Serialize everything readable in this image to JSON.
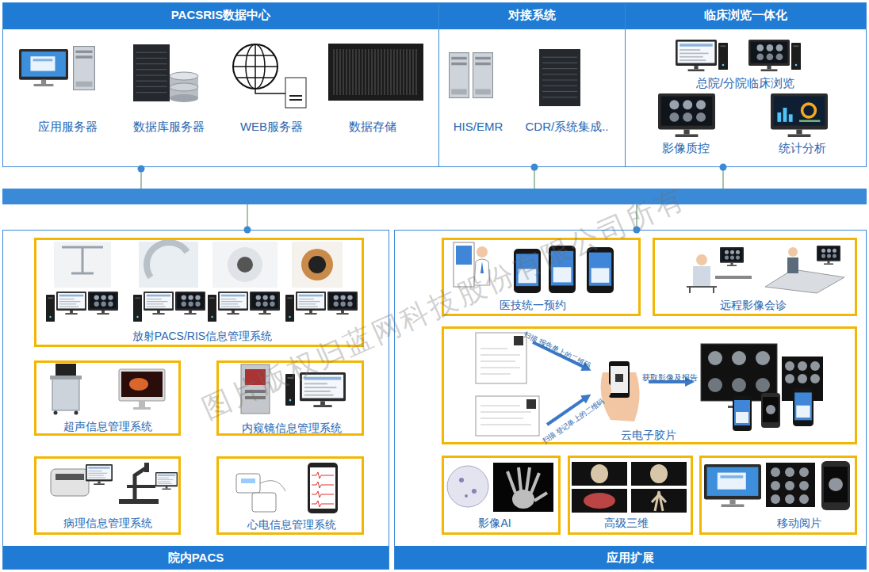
{
  "diagram": {
    "nodes": [
      {
        "text": [
          "PACSRIS数据中心",
          "应用服务器",
          "数据库服务器",
          "WEB服务器",
          "数据存储"
        ]
      },
      {
        "text": [
          "对接系统",
          "HIS/EMR",
          "CDR/系统集成.."
        ]
      },
      {
        "text": [
          "临床浏览一体化",
          "总院/分院临床浏览",
          "影像质控",
          "统计分析"
        ]
      },
      {
        "text": [
          "院内PACS"
        ]
      },
      {
        "text": [
          "放射PACS/RIS信息管理系统"
        ],
        "in": 3
      },
      {
        "text": [
          "超声信息管理系统"
        ],
        "in": 3
      },
      {
        "text": [
          "内窥镜信息管理系统"
        ],
        "in": 3
      },
      {
        "text": [
          "病理信息管理系统"
        ],
        "in": 3
      },
      {
        "text": [
          "心电信息管理系统"
        ],
        "in": 3
      },
      {
        "text": [
          "应用扩展"
        ]
      },
      {
        "text": [
          "医技统一预约"
        ],
        "in": 9
      },
      {
        "text": [
          "远程影像会诊"
        ],
        "in": 9
      },
      {
        "text": [
          "扫描 报告单上的二维码",
          "扫描 登记单上的二维码",
          "获取影像及报告",
          "云电子胶片"
        ],
        "in": 9
      },
      {
        "text": [
          "影像AI"
        ],
        "in": 9
      },
      {
        "text": [
          "高级三维"
        ],
        "in": 9
      },
      {
        "text": [
          "移动阅片"
        ],
        "in": 9
      }
    ],
    "labels": [
      "图片版权归蓝网科技股份有限公司所有"
    ]
  }
}
